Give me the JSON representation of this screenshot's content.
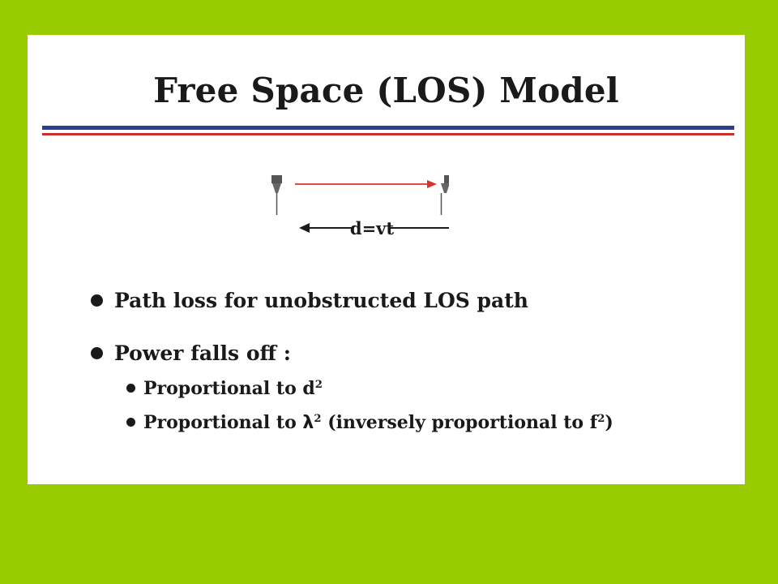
{
  "slide": {
    "title": "Free Space (LOS) Model",
    "diagram": {
      "distance_label": "d=vt"
    },
    "bullets": [
      {
        "text": "Path loss for unobstructed LOS path"
      },
      {
        "text": "Power falls off :"
      }
    ],
    "sub_bullets": [
      {
        "prefix": "Proportional to d",
        "sup": "2"
      },
      {
        "prefix": "Proportional to ",
        "symbol": "λ",
        "sup": "2",
        "middle": " (inversely proportional to f",
        "sup2": "2",
        "suffix": ")"
      }
    ],
    "colors": {
      "background": "#99cc00",
      "rule_blue": "#2b3f8f",
      "rule_red": "#c8302b",
      "arrow_red": "#d9342b"
    }
  }
}
